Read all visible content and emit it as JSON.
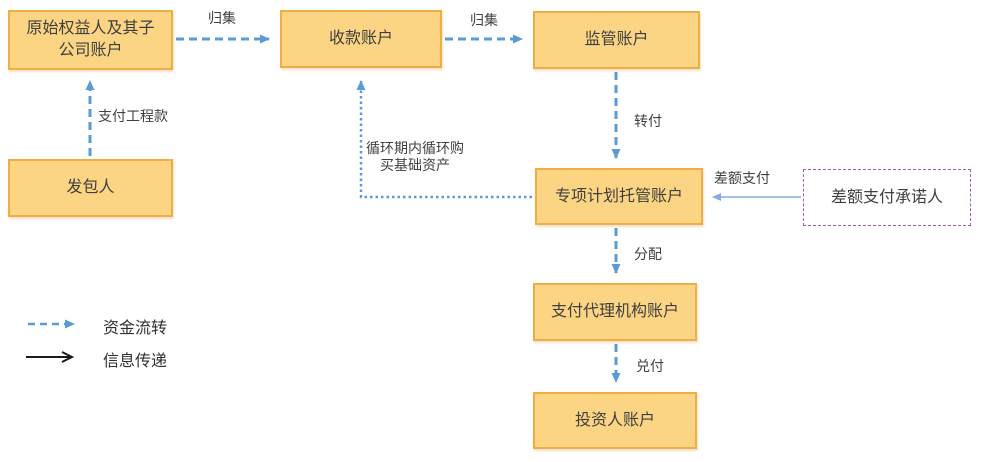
{
  "diagram": {
    "nodes": {
      "originator": "原始权益人及其子公司账户",
      "collection": "收款账户",
      "supervision": "监管账户",
      "custody": "专项计划托管账户",
      "payment_agent": "支付代理机构账户",
      "investor": "投资人账户",
      "employer": "发包人",
      "difference_promisor": "差额支付承诺人"
    },
    "edge_labels": {
      "guiji_1": "归集",
      "guiji_2": "归集",
      "zhuanfu": "转付",
      "fenpei": "分配",
      "duifu": "兑付",
      "zhifu_gongchengkuan": "支付工程款",
      "chae_zhifu": "差额支付",
      "xunhuan_goumai": "循环期内循环购买基础资产"
    },
    "legend": {
      "fund_flow": "资金流转",
      "info_transfer": "信息传递"
    },
    "colors": {
      "node_fill": "#FBD584",
      "node_border": "#EEAE44",
      "arrow_blue": "#5B9BD5",
      "arrow_light_blue": "#85ADDC",
      "arrow_black": "#1A1A1A",
      "promisor_border": "#A05CB5"
    }
  }
}
